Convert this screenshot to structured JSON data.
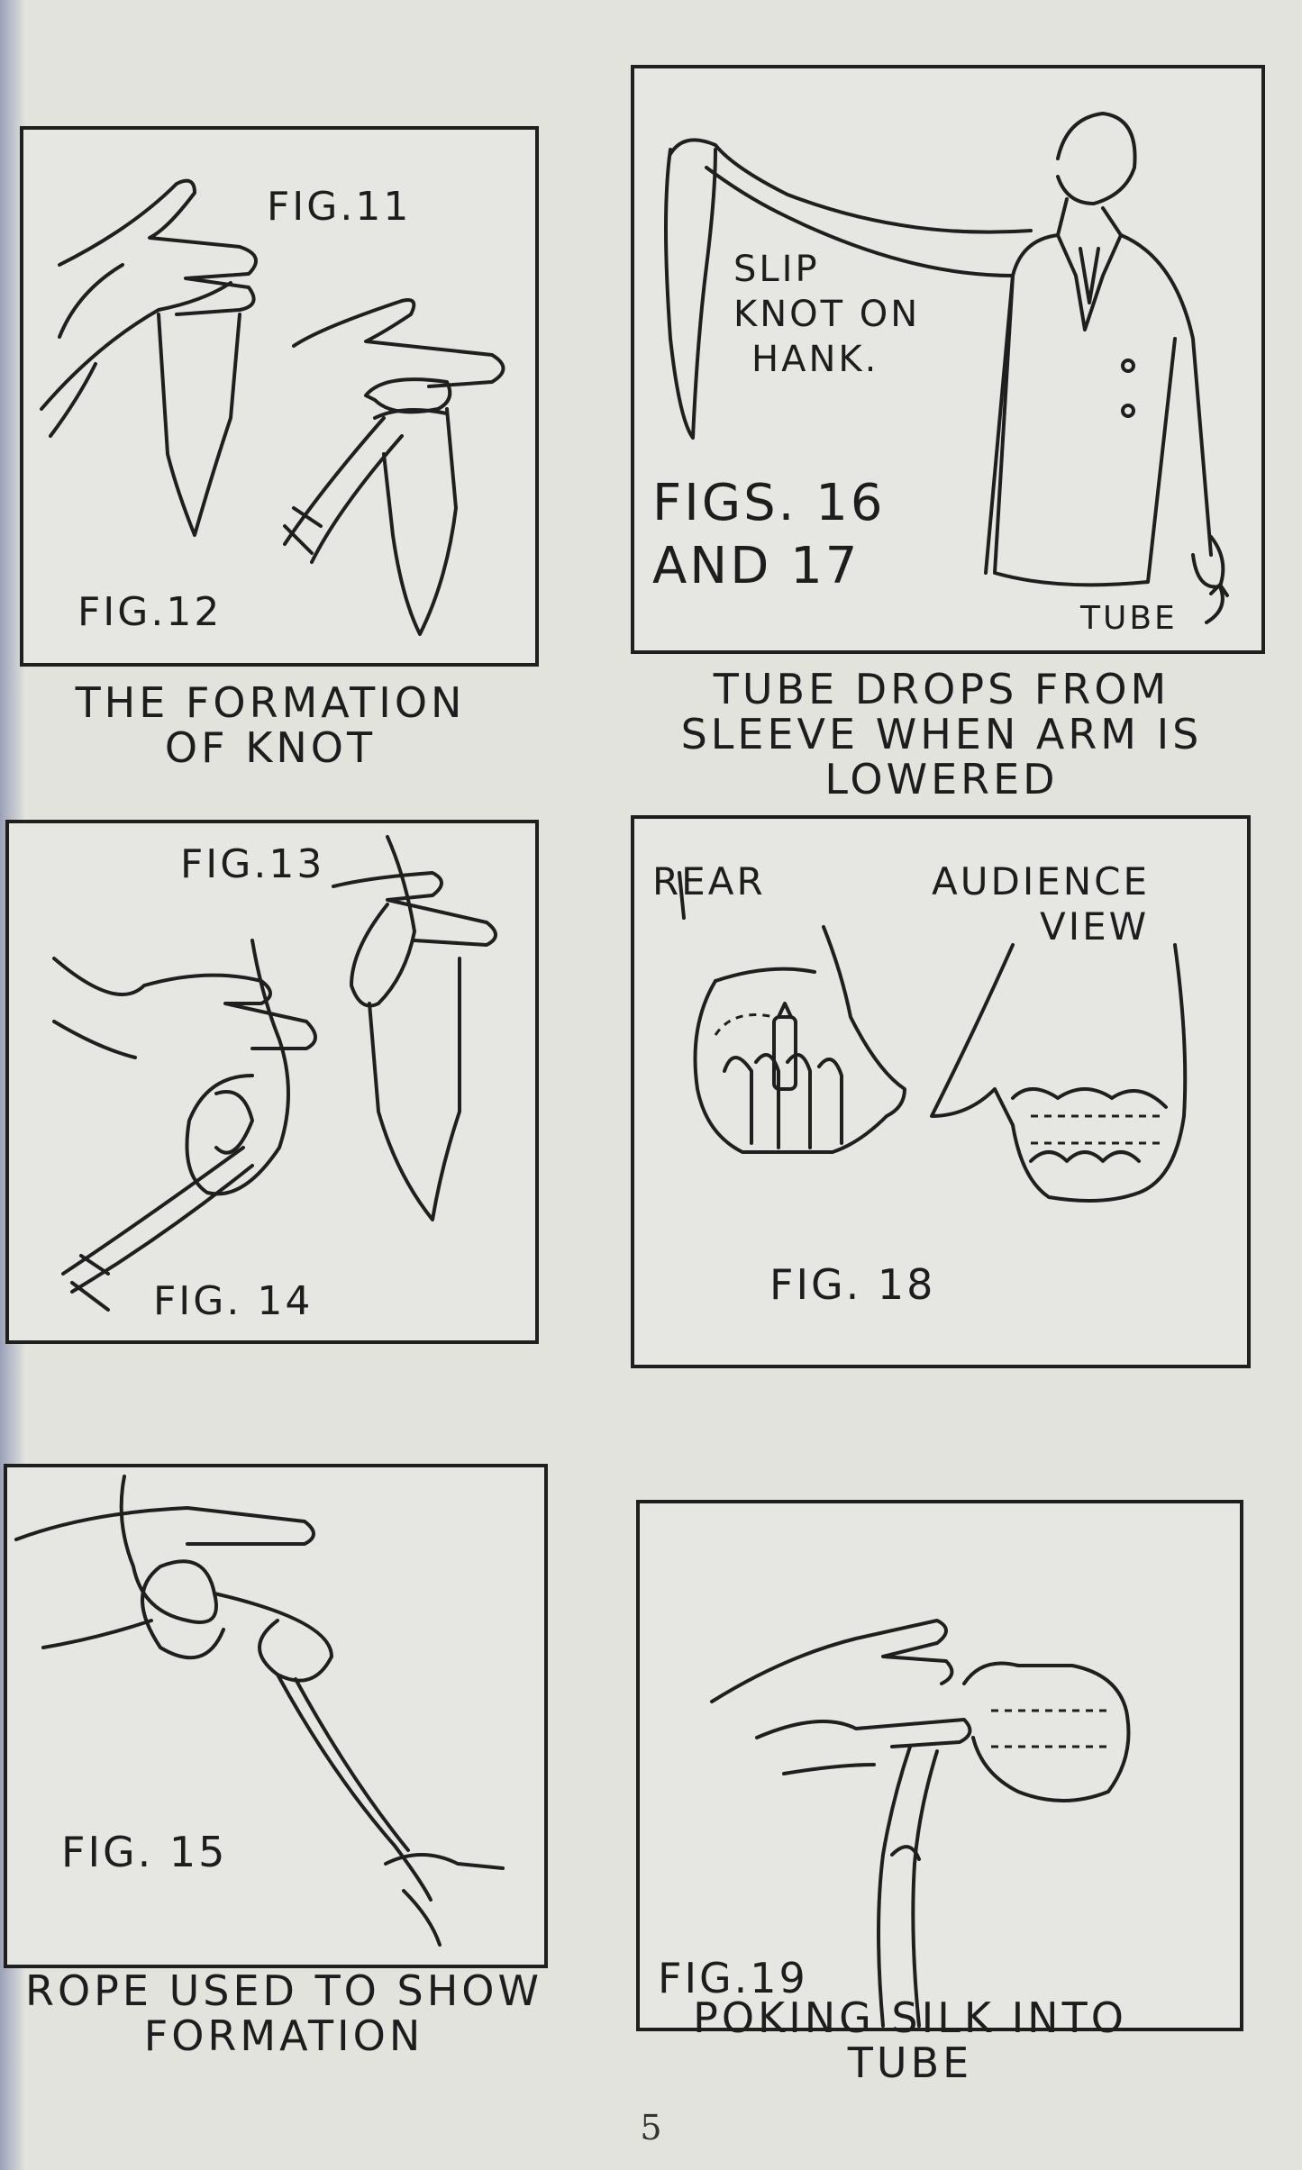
{
  "page_number": "5",
  "panels": {
    "p1": {
      "fig_a": "FIG.11",
      "fig_b": "FIG.12",
      "caption": [
        "THE FORMATION",
        "OF KNOT"
      ]
    },
    "p2": {
      "note": [
        "SLIP",
        "KNOT ON",
        "HANK."
      ],
      "figs": [
        "FIGS. 16",
        "AND 17"
      ],
      "tube": "TUBE",
      "caption": [
        "TUBE DROPS FROM",
        "SLEEVE WHEN ARM IS",
        "LOWERED"
      ]
    },
    "p3": {
      "fig_a": "FIG.13",
      "fig_b": "FIG. 14"
    },
    "p4": {
      "rear": "REAR",
      "audience": [
        "AUDIENCE",
        "VIEW"
      ],
      "fig": "FIG. 18"
    },
    "p5": {
      "fig": "FIG. 15",
      "caption": [
        "ROPE USED TO SHOW",
        "FORMATION"
      ]
    },
    "p6": {
      "fig": "FIG.19",
      "caption": [
        "POKING SILK INTO",
        "TUBE"
      ]
    }
  }
}
